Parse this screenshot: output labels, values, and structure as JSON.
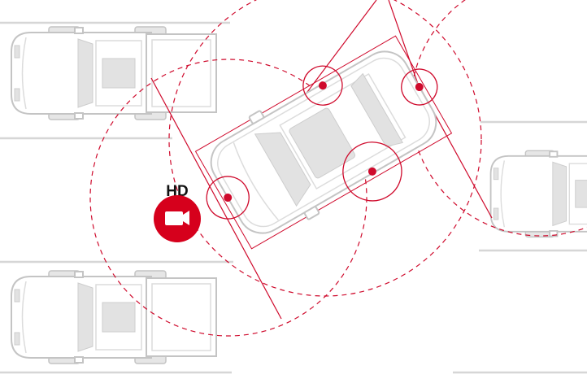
{
  "diagram": {
    "name": "surround-view-camera-system",
    "badge": {
      "label": "HD",
      "icon": "video-camera-icon"
    },
    "colors": {
      "accent_red": "#cf0a2c",
      "badge_red": "#d6001c",
      "car_outline": "#c4c4c4",
      "window_gray": "#e2e2e2",
      "lane_gray": "#d6d6d6",
      "background": "#ffffff",
      "text": "#111111"
    },
    "cameras": [
      {
        "name": "front-camera"
      },
      {
        "name": "rear-camera"
      },
      {
        "name": "right-side-camera"
      },
      {
        "name": "left-side-camera"
      }
    ],
    "vehicles": [
      {
        "name": "ego-car"
      },
      {
        "name": "parked-truck-top-left"
      },
      {
        "name": "parked-truck-bottom-left"
      },
      {
        "name": "parked-truck-right"
      }
    ]
  }
}
